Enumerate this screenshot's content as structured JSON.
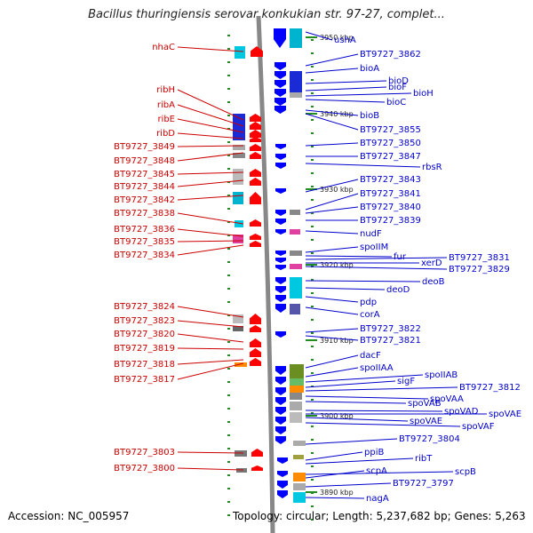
{
  "title": "Bacillus thuringiensis serovar konkukian str. 97-27, complet...",
  "footer": {
    "accession": "Accession: NC_005957",
    "topology": "Topology: circular; Length: 5,237,682 bp; Genes: 5,263"
  },
  "colors": {
    "left_label": "#cc0000",
    "right_label": "#0000cc",
    "forward_strand": "#ff0000",
    "reverse_strand": "#0000ff",
    "backbone": "#888888",
    "ticks": "#228b22"
  },
  "ruler_marks": [
    "3950 kbp",
    "3940 kbp",
    "3930 kbp",
    "3920 kbp",
    "3910 kbp",
    "3900 kbp",
    "3890 kbp"
  ],
  "left_labels": [
    "nhaC",
    "ribH",
    "ribA",
    "ribE",
    "ribD",
    "BT9727_3849",
    "BT9727_3848",
    "BT9727_3845",
    "BT9727_3844",
    "BT9727_3842",
    "BT9727_3838",
    "BT9727_3836",
    "BT9727_3835",
    "BT9727_3834",
    "BT9727_3824",
    "BT9727_3823",
    "BT9727_3820",
    "BT9727_3819",
    "BT9727_3818",
    "BT9727_3817",
    "BT9727_3803",
    "BT9727_3800"
  ],
  "right_labels": [
    "ushA",
    "BT9727_3862",
    "bioA",
    "bioD",
    "bioF",
    "bioH",
    "bioC",
    "bioB",
    "BT9727_3855",
    "BT9727_3850",
    "BT9727_3847",
    "rbsR",
    "BT9727_3843",
    "BT9727_3841",
    "BT9727_3840",
    "BT9727_3839",
    "nudF",
    "spoIIM",
    "fur",
    "BT9727_3831",
    "xerD",
    "BT9727_3829",
    "deoB",
    "deoD",
    "pdp",
    "corA",
    "BT9727_3822",
    "BT9727_3821",
    "dacF",
    "spoIIAA",
    "spoIIAB",
    "sigF",
    "BT9727_3812",
    "spoVAA",
    "spoVAB",
    "spoVAD",
    "spoVAE",
    "spoVAE",
    "spoVAF",
    "BT9727_3804",
    "ppiB",
    "ribT",
    "scpB",
    "scpA",
    "BT9727_3797",
    "nagA"
  ]
}
